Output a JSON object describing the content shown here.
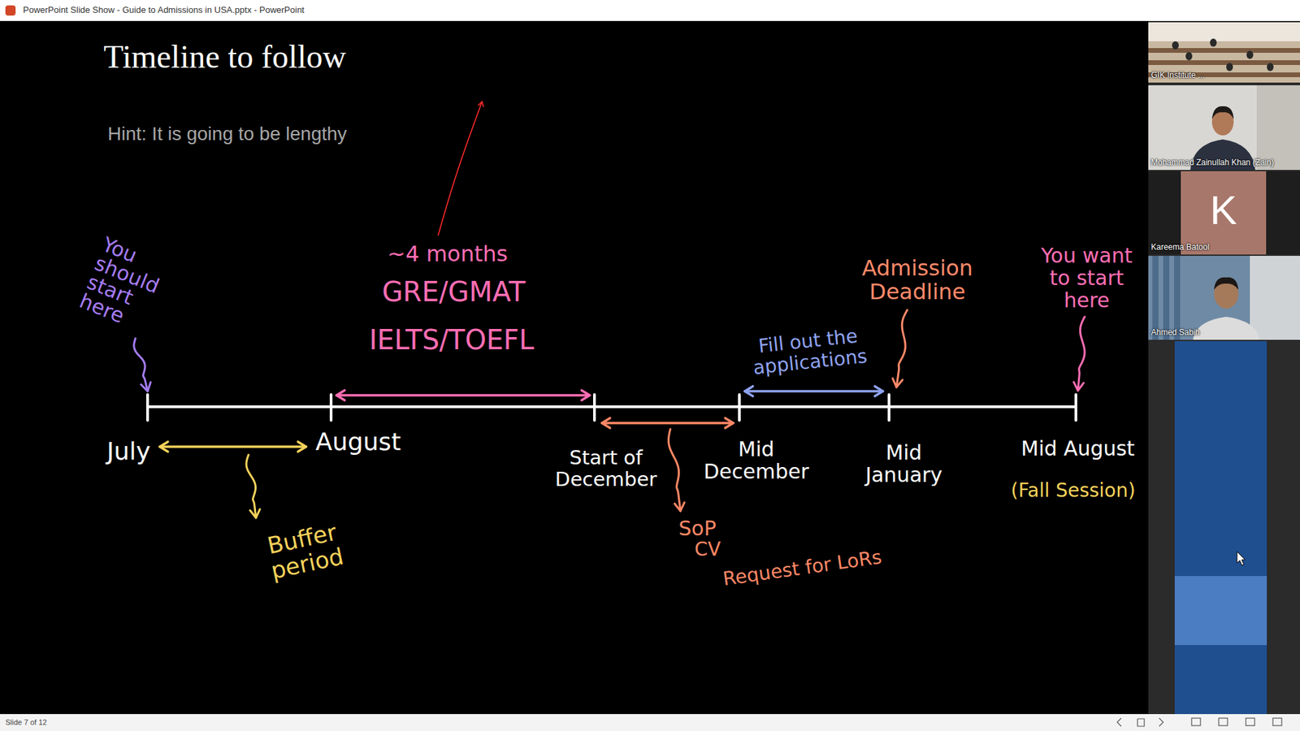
{
  "diagram": {
    "title": "Timeline to follow",
    "nodes": [
      {
        "text": [
          "GIK Institute ..."
        ]
      },
      {
        "text": [
          "Mohammad Zainullah Khan (Zain)"
        ]
      },
      {
        "text": [
          "K",
          "Kareema Batool"
        ]
      },
      {
        "text": [
          "Ahmed Sabih"
        ]
      }
    ],
    "labels": [
      "PowerPoint Slide Show - Guide to Admissions in USA.pptx - PowerPoint",
      "Hint: It is going to be lengthy",
      "You should start here",
      "~4 months",
      "GRE/GMAT",
      "IELTS/TOEFL",
      "Admission Deadline",
      "Fill out the applications",
      "You want to start here",
      "July",
      "Buffer period",
      "August",
      "Start of December",
      "SoP",
      "CV",
      "Request for LoRs",
      "Mid December",
      "Mid January",
      "Mid August",
      "(Fall Session)",
      "Slide 7 of 12"
    ]
  }
}
